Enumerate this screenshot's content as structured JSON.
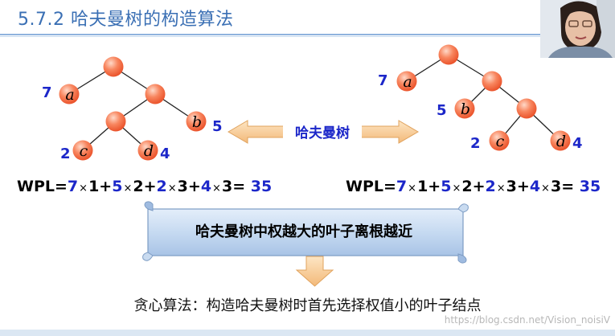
{
  "slide": {
    "title": "5.7.2 哈夫曼树的构造算法",
    "arrow_label": "哈夫曼树",
    "scroll_text": "哈夫曼树中权越大的叶子离根越近",
    "greedy_text": "贪心算法：构造哈夫曼树时首先选择权值小的叶子结点",
    "watermark": "https://blog.csdn.net/Vision_noisiV"
  },
  "left_tree": {
    "leaves": [
      {
        "letter": "a",
        "weight": "7"
      },
      {
        "letter": "b",
        "weight": "5"
      },
      {
        "letter": "c",
        "weight": "2"
      },
      {
        "letter": "d",
        "weight": "4"
      }
    ],
    "wpl": {
      "prefix": "WPL=",
      "terms": [
        {
          "w": "7",
          "d": "1",
          "op": "+"
        },
        {
          "w": "5",
          "d": "2",
          "op": "+"
        },
        {
          "w": "2",
          "d": "3",
          "op": "+"
        },
        {
          "w": "4",
          "d": "3",
          "op": "= "
        }
      ],
      "result": "35"
    }
  },
  "right_tree": {
    "leaves": [
      {
        "letter": "a",
        "weight": "7"
      },
      {
        "letter": "b",
        "weight": "5"
      },
      {
        "letter": "c",
        "weight": "2"
      },
      {
        "letter": "d",
        "weight": "4"
      }
    ],
    "wpl": {
      "prefix": "WPL=",
      "terms": [
        {
          "w": "7",
          "d": "1",
          "op": "+"
        },
        {
          "w": "5",
          "d": "2",
          "op": "+"
        },
        {
          "w": "2",
          "d": "3",
          "op": "+"
        },
        {
          "w": "4",
          "d": "3",
          "op": "= "
        }
      ],
      "result": "35"
    }
  },
  "colors": {
    "title": "#3a6fb4",
    "weight": "#1c27c9",
    "node_fill": "#f4633a",
    "scroll_fill": "#bfd4ee",
    "arrow_fill": "#f7c98f"
  }
}
